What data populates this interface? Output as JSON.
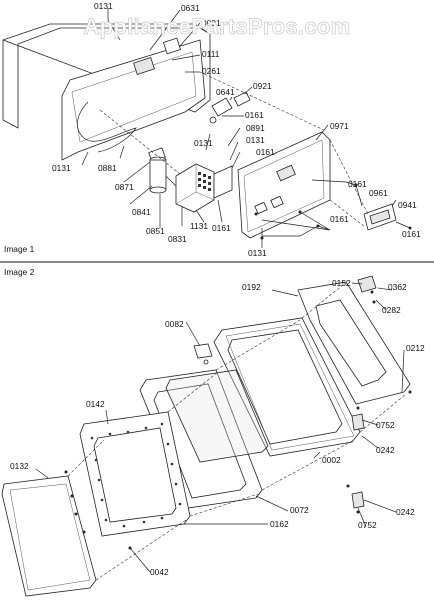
{
  "watermark": "AppliancePartsPros.com",
  "panels": [
    {
      "label": "Image 1"
    },
    {
      "label": "Image 2"
    }
  ],
  "image1_parts": [
    "0131",
    "0631",
    "0091",
    "0111",
    "0261",
    "0641",
    "0921",
    "0161",
    "0891",
    "0131",
    "0161",
    "0971",
    "0131",
    "0881",
    "0871",
    "0841",
    "0851",
    "0831",
    "1131",
    "0161",
    "0161",
    "0161",
    "0961",
    "0941",
    "0161",
    "0131",
    "0161"
  ],
  "image2_parts": [
    "0152",
    "0362",
    "0192",
    "0282",
    "0082",
    "0212",
    "0142",
    "0752",
    "0242",
    "0002",
    "0132",
    "0072",
    "0162",
    "0242",
    "0752",
    "0042"
  ]
}
